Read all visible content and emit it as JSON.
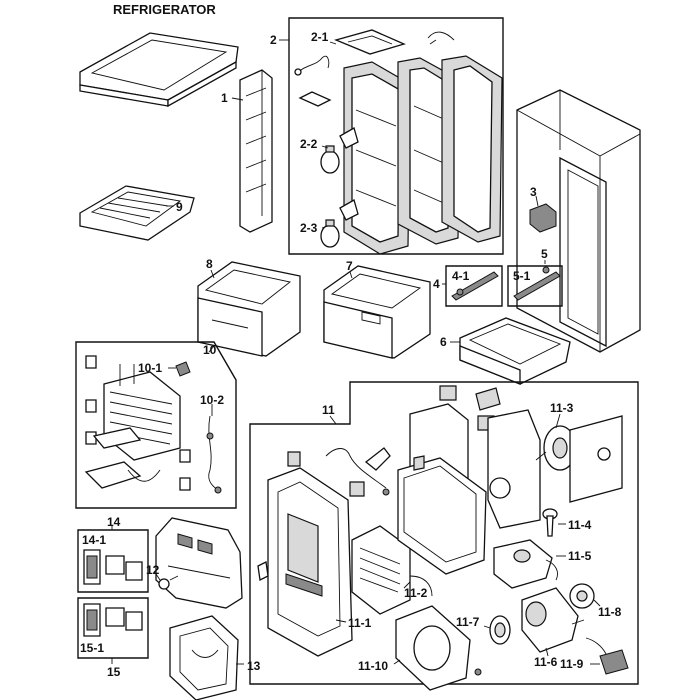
{
  "title": "REFRIGERATOR",
  "callouts": {
    "c1": "1",
    "c2": "2",
    "c2_1": "2-1",
    "c2_2": "2-2",
    "c2_3": "2-3",
    "c3": "3",
    "c4": "4",
    "c4_1": "4-1",
    "c5": "5",
    "c5_1": "5-1",
    "c6": "6",
    "c7": "7",
    "c8": "8",
    "c9": "9",
    "c10": "10",
    "c10_1": "10-1",
    "c10_2": "10-2",
    "c11": "11",
    "c11_1": "11-1",
    "c11_2": "11-2",
    "c11_3": "11-3",
    "c11_4": "11-4",
    "c11_5": "11-5",
    "c11_6": "11-6",
    "c11_7": "11-7",
    "c11_8": "11-8",
    "c11_9": "11-9",
    "c11_10": "11-10",
    "c12": "12",
    "c13": "13",
    "c14": "14",
    "c14_1": "14-1",
    "c15": "15",
    "c15_1": "15-1"
  }
}
